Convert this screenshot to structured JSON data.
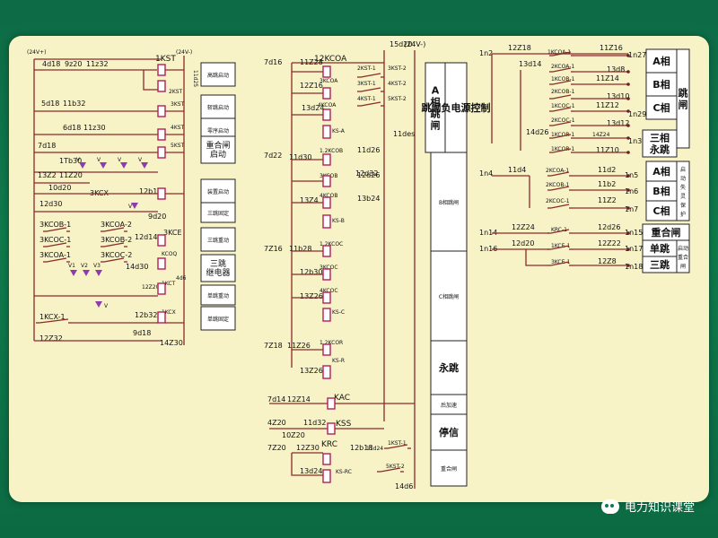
{
  "left": {
    "labels": [
      "(24V+)",
      "(24V-)",
      "4d18",
      "9z20",
      "11z32",
      "1KST",
      "2KST",
      "5d18",
      "11b32",
      "3KST",
      "6d18",
      "11z30",
      "4KST",
      "7d18",
      "5KST",
      "1Tb30",
      "13Z2",
      "11Z20",
      "10d20",
      "3KCX",
      "12b1d",
      "9d20",
      "12d30",
      "3KCOB-1",
      "3KCOA-2",
      "3KCOC-1",
      "3KCOB-2",
      "3KCOA-1",
      "3KCOC-2",
      "12d14",
      "3KCE",
      "14d30",
      "KCOQ",
      "4d6",
      "12Z20",
      "1KCT",
      "1KCX-1",
      "12b32",
      "1KCX",
      "9d18",
      "12Z32",
      "14Z30",
      "11d25",
      "V",
      "V",
      "V",
      "V",
      "V",
      "V",
      "V",
      "V1",
      "V2",
      "V3"
    ],
    "boxes": [
      "高跳启动",
      "斩跳启动",
      "零序启动",
      "重合闸\n启动",
      "装置启动",
      "三跳固定",
      "三跳重动",
      "三跳\n继电器",
      "单跳重动",
      "单跳固定"
    ]
  },
  "middle": {
    "labels": [
      "15d20",
      "(24V-)",
      "7d16",
      "11Z28",
      "12KCOA",
      "2KST-1",
      "3KST-2",
      "12Z16",
      "3KCOA",
      "3KST-1",
      "4KST-2",
      "13d24",
      "4KCOA",
      "4KST-1",
      "5KST-2",
      "KS-A",
      "11des",
      "7d22",
      "11d30",
      "1.2KCOB",
      "11d26",
      "12d26",
      "3KCOB",
      "12d32",
      "13Z4",
      "4KCOB",
      "13b24",
      "KS-B",
      "7Z16",
      "11b28",
      "1.2KCOC",
      "12b30",
      "3KCOC",
      "13Z26",
      "4KCOC",
      "KS-C",
      "7Z18",
      "11Z26",
      "1.2KCOR",
      "13Z26",
      "KS-R",
      "7d14",
      "12Z14",
      "KAC",
      "4Z20",
      "11d32",
      "KSS",
      "10Z20",
      "7Z20",
      "12Z30",
      "KRC",
      "12b18",
      "1KST-1",
      "11d24",
      "5KST-2",
      "13d24",
      "KS-RC",
      "14d6"
    ],
    "boxes": [
      "A\n相\n跳\n闸",
      "跳闸负电源控制",
      "B相跳闸",
      "C相跳闸",
      "永跳",
      "后加速",
      "停信",
      "重合闸"
    ]
  },
  "right": {
    "labels": [
      "1n2",
      "12Z18",
      "11Z16",
      "1KCOA-1",
      "1n27",
      "13d14",
      "2KCOA-1",
      "13d8",
      "1KCOB-1",
      "11Z14",
      "2KCOB-1",
      "13d10",
      "1KCOC-1",
      "11Z12",
      "1n29",
      "2KCOC-1",
      "13d12",
      "14d26",
      "1KCOR-1",
      "14Z24",
      "1n30",
      "1KCOR-1",
      "11Z10",
      "1n4",
      "11d4",
      "2KCOA-1",
      "11d2",
      "1n5",
      "2KCOB-1",
      "11b2",
      "1n6",
      "2KCOC-1",
      "11Z2",
      "1n7",
      "1n14",
      "12Z24",
      "KRC-1",
      "12d26",
      "1n15",
      "1n16",
      "12d20",
      "1KCE-1",
      "12Z22",
      "1n17",
      "3KCE-1",
      "12Z8",
      "1n18"
    ],
    "boxes": [
      "A相",
      "B相",
      "C相",
      "跳\n闸",
      "三相\n永跳",
      "A相",
      "B相",
      "C相",
      "启\n动\n失\n灵\n保\n护",
      "重合闸",
      "单跳",
      "启动\n重合\n闸",
      "三跳"
    ]
  },
  "watermark": "电力知识课堂",
  "colors": {
    "background": "#0f7a4c",
    "panel": "#f7f3c6",
    "wire": "#8b2a2a",
    "coil": "#b0205a",
    "diode": "#8e3bb0"
  }
}
